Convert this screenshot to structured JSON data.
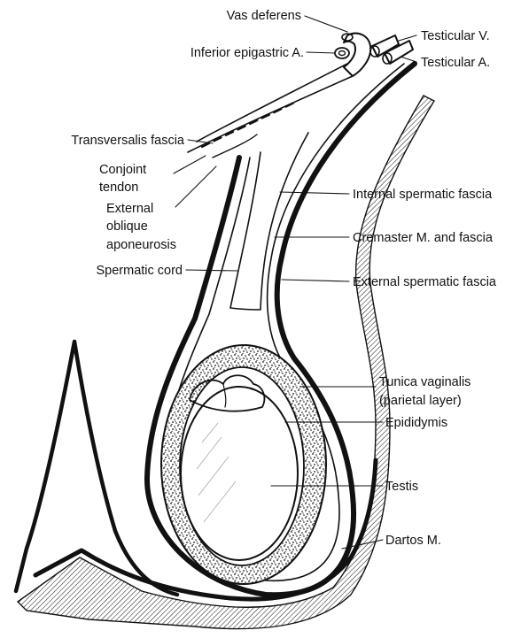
{
  "figure": {
    "labels": {
      "vas_deferens": "Vas deferens",
      "inferior_epigastric_a": "Inferior epigastric A.",
      "testicular_v": "Testicular V.",
      "testicular_a": "Testicular A.",
      "transversalis_fascia": "Transversalis fascia",
      "conjoint_tendon_1": "Conjoint",
      "conjoint_tendon_2": "tendon",
      "external_oblique_1": "External",
      "external_oblique_2": "oblique",
      "external_oblique_3": "aponeurosis",
      "spermatic_cord": "Spermatic cord",
      "internal_spermatic_fascia": "Internal spermatic fascia",
      "cremaster": "Cremaster M. and fascia",
      "external_spermatic_fascia": "External spermatic fascia",
      "tunica_vaginalis_1": "Tunica vaginalis",
      "tunica_vaginalis_2": "(parietal layer)",
      "epididymis": "Epididymis",
      "testis": "Testis",
      "dartos": "Dartos M."
    }
  }
}
